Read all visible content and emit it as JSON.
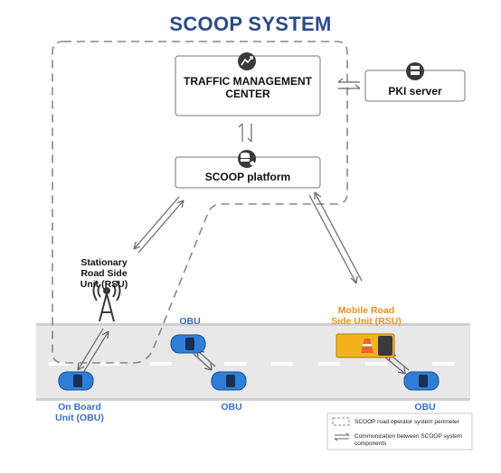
{
  "title": "SCOOP SYSTEM",
  "nodes": {
    "tmc": "TRAFFIC MANAGEMENT\nCENTER",
    "pki": "PKI server",
    "platform": "SCOOP platform",
    "rsu": "Stationary\nRoad Side\nUnit (RSU)",
    "mobile_rsu": "Mobile Road\nSide Unit (RSU)",
    "obu_top": "OBU",
    "obu_mid": "OBU",
    "obu_right": "OBU",
    "on_board_unit": "On Board\nUnit (OBU)"
  },
  "legend": {
    "perimeter": "SCOOP road operator system perimeter",
    "communication": "Communication between SCOOP system components"
  },
  "colors": {
    "title": "#2b4a8a",
    "accent_blue": "#3a6fc0",
    "accent_orange": "#e8901c",
    "car_blue": "#2f7fd8",
    "truck_yellow": "#f2b21c",
    "road": "#e8e8e8",
    "perimeter": "#888888"
  },
  "icons": [
    "traffic-management-icon",
    "server-icon",
    "database-icon",
    "antenna-tower-icon",
    "car-icon",
    "truck-icon",
    "traffic-cone-icon"
  ]
}
